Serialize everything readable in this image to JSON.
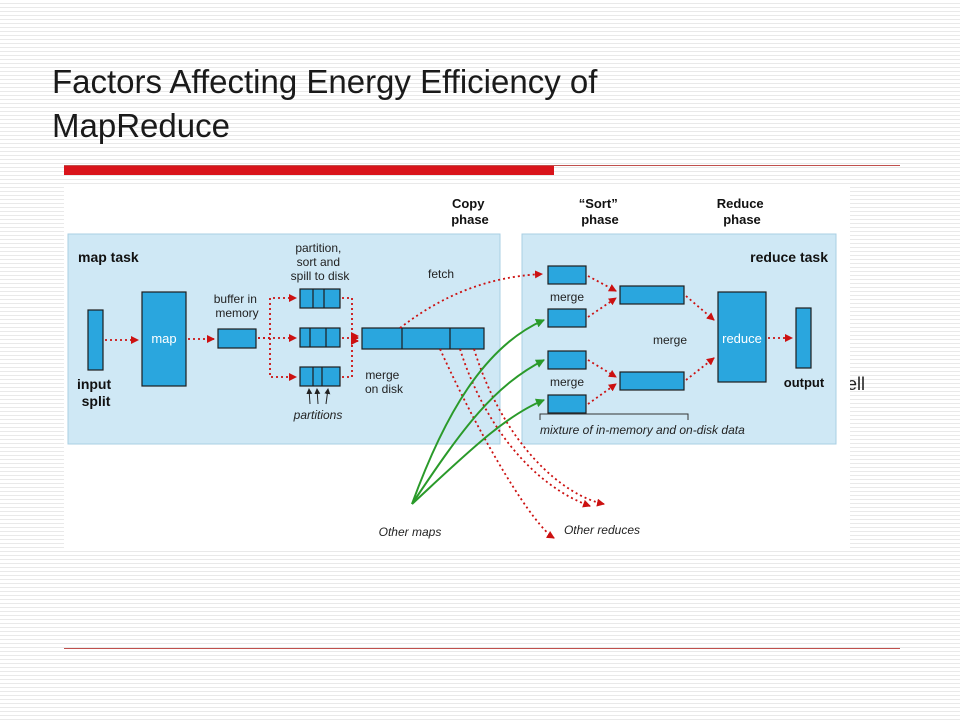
{
  "slide": {
    "title_line1": "Factors Affecting Energy Efficiency of",
    "title_line2": "MapReduce",
    "side_text": "vell"
  },
  "diagram": {
    "copy_phase": [
      "Copy",
      "phase"
    ],
    "sort_phase": [
      "“Sort”",
      "phase"
    ],
    "reduce_phase": [
      "Reduce",
      "phase"
    ],
    "map_task": "map task",
    "reduce_task": "reduce task",
    "input_split": [
      "input",
      "split"
    ],
    "map": "map",
    "buffer_in_memory": [
      "buffer in",
      "memory"
    ],
    "partition_sort_spill": [
      "partition,",
      "sort and",
      "spill to disk"
    ],
    "partitions": "partitions",
    "merge_on_disk": [
      "merge",
      "on disk"
    ],
    "fetch": "fetch",
    "merge_top": "merge",
    "merge_middle": "merge",
    "merge_bottom": "merge",
    "reduce": "reduce",
    "output": "output",
    "mixture": "mixture of in-memory and on-disk data",
    "other_maps": "Other maps",
    "other_reduces": "Other reduces"
  },
  "colors": {
    "accent_red": "#d9141b",
    "panel_blue": "#cfe8f5",
    "box_blue": "#2aa6de",
    "arrow_red": "#cc1111",
    "arrow_green": "#2a9a2a"
  }
}
